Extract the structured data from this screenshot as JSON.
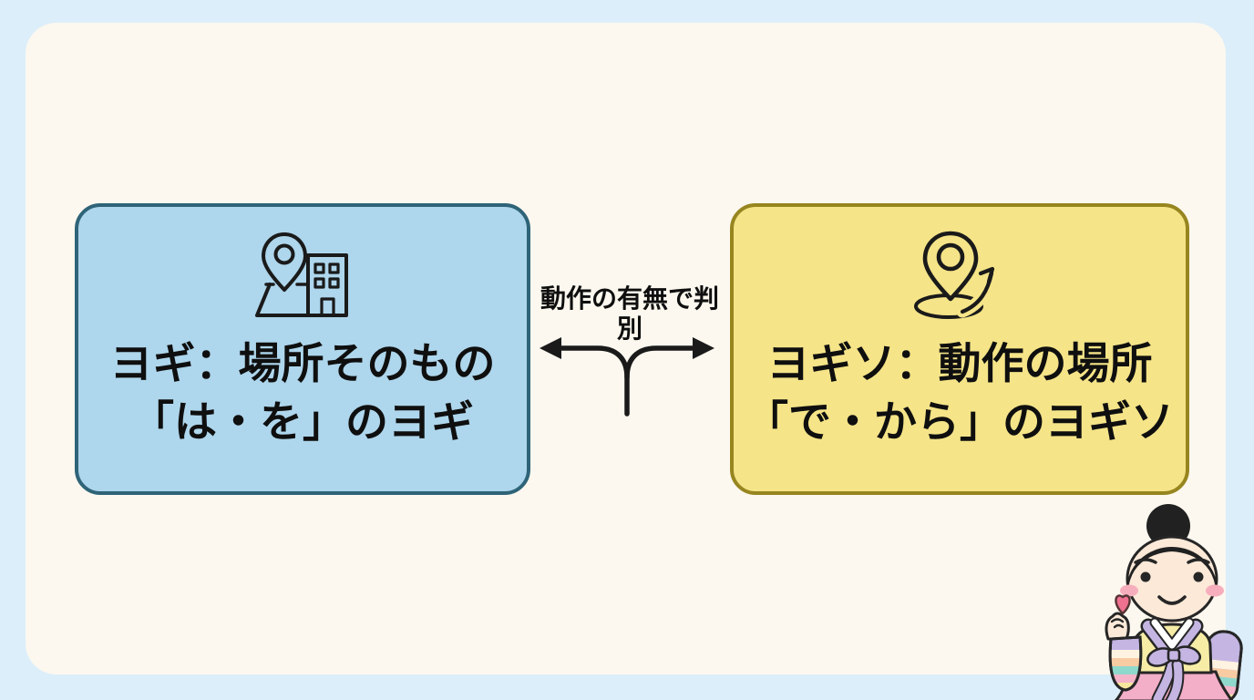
{
  "page": {
    "background_color": "#dceefa",
    "panel_color": "#fcf8ef"
  },
  "boxes": {
    "left": {
      "icon": "map-pin-building-icon",
      "line1": "ヨギ：場所そのもの",
      "line2": "「は・を」のヨギ",
      "fill": "#aed6ec",
      "border_color": "#2f6478"
    },
    "right": {
      "icon": "location-pin-move-icon",
      "line1": "ヨギソ：動作の場所",
      "line2": "「で・から」のヨギソ",
      "fill": "#f5e488",
      "border_color": "#97851f"
    }
  },
  "connector": {
    "label": "動作の有無で判\n別",
    "line_color": "#1a1a1a"
  },
  "mascot": {
    "name": "hanbok-woman-finger-heart",
    "colors": {
      "hair": "#212121",
      "skin": "#fce9d8",
      "blush": "#f6aebc",
      "outline": "#262626",
      "jeogori_yellow": "#f6eca6",
      "collar_lavender": "#c4b5e3",
      "collar_white": "#ffffff",
      "skirt_pink": "#f3aec8",
      "heart_pink": "#ee7190",
      "stripe_cream": "#fdf3e0",
      "stripe_peach": "#f8cba3",
      "stripe_mint": "#8fd8cc",
      "stripe_pink": "#f5b4c9",
      "stripe_yellow": "#f6e79e"
    }
  }
}
